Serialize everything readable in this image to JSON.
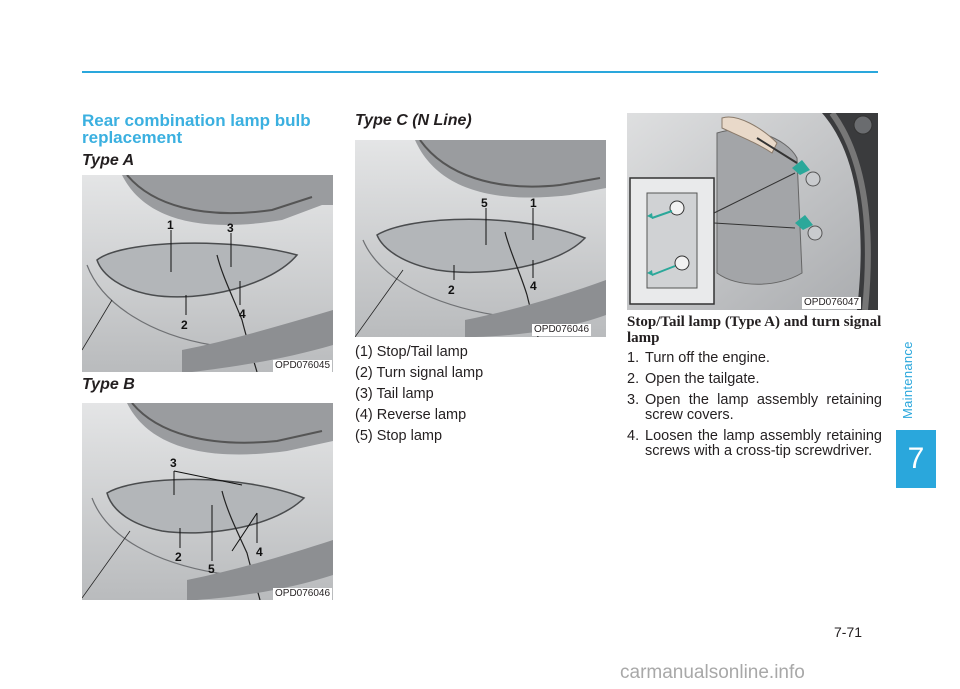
{
  "section": {
    "chapter_number": "7",
    "chapter_label": "Maintenance"
  },
  "heading": "Rear combination lamp bulb replacement",
  "type_a": {
    "title": "Type A",
    "code": "OPD076045",
    "callouts": [
      "1",
      "3",
      "2",
      "4"
    ]
  },
  "type_b": {
    "title": "Type B",
    "code": "OPD076046",
    "callouts": [
      "3",
      "2",
      "5",
      "4"
    ]
  },
  "type_c": {
    "title": "Type C (N Line)",
    "code": "OPD076046",
    "callouts": [
      "5",
      "1",
      "2",
      "4"
    ]
  },
  "screw_figure": {
    "code": "OPD076047"
  },
  "legend": [
    "(1) Stop/Tail lamp",
    "(2) Turn signal lamp",
    "(3) Tail lamp",
    "(4) Reverse lamp",
    "(5) Stop lamp"
  ],
  "procedure": {
    "title": "Stop/Tail lamp (Type A) and turn signal lamp",
    "steps": [
      {
        "num": "1.",
        "text": "Turn off the engine."
      },
      {
        "num": "2.",
        "text": "Open the tailgate."
      },
      {
        "num": "3.",
        "text": "Open the lamp assembly retaining screw covers."
      },
      {
        "num": "4.",
        "text": "Loosen the lamp assembly retaining screws with a cross-tip screwdriver."
      }
    ]
  },
  "page_number": "7-71",
  "watermark": "carmanualsonline.info",
  "colors": {
    "accent": "#2aa7dc",
    "teal_arrow": "#2ba89a"
  }
}
